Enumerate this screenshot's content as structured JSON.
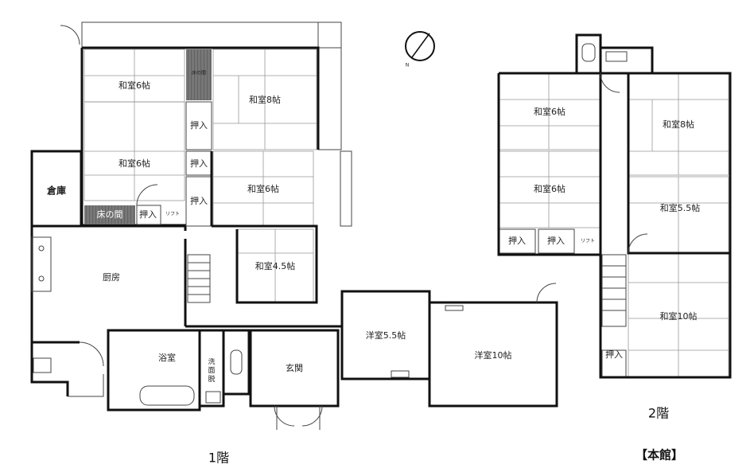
{
  "floor1": {
    "label": "1階",
    "rooms": {
      "washitsu6_a": "和室6帖",
      "washitsu6_b": "和室6帖",
      "washitsu8": "和室8帖",
      "washitsu6_c": "和室6帖",
      "washitsu45": "和室4.5帖",
      "souko": "倉庫",
      "toko_small": "床の間",
      "toko": "床の間",
      "oshiire_1": "押入",
      "oshiire_2": "押入",
      "oshiire_3": "押入",
      "oshiire_4": "押入",
      "lift": "リフト",
      "chubo": "厨房",
      "yokushitsu": "浴室",
      "senmen": "洗面脱衣",
      "genkan": "玄関",
      "yoshitsu55": "洋室5.5帖",
      "yoshitsu10": "洋室10帖"
    }
  },
  "floor2": {
    "label": "2階",
    "rooms": {
      "washitsu6_a": "和室6帖",
      "washitsu8": "和室8帖",
      "washitsu6_b": "和室6帖",
      "washitsu55": "和室5.5帖",
      "oshiire_1": "押入",
      "oshiire_2": "押入",
      "oshiire_3": "押入",
      "lift": "リフト",
      "washitsu10": "和室10帖"
    }
  },
  "building_label": "【本館】",
  "compass": {
    "north_mark": "N"
  },
  "colors": {
    "wall": "#111111",
    "storage_fill": "#d9d9d9",
    "toko_fill": "#6b6b6b",
    "genkan_fill": "#bdbdbd",
    "western_fill": "#e8e8e8"
  }
}
